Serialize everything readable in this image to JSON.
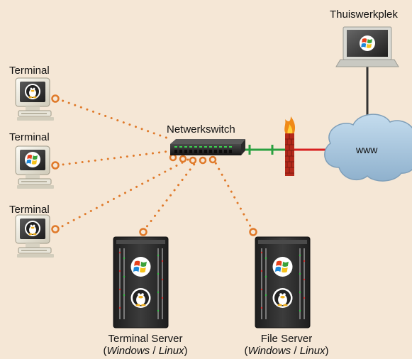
{
  "nodes": {
    "terminals": [
      {
        "label": "Terminal",
        "os_icon": "linux-penguin-icon"
      },
      {
        "label": "Terminal",
        "os_icon": "windows-logo-icon"
      },
      {
        "label": "Terminal",
        "os_icon": "linux-penguin-icon"
      }
    ],
    "switch": {
      "label": "Netwerkswitch"
    },
    "firewall": {
      "icon": "firewall-icon"
    },
    "internet": {
      "label": "www"
    },
    "remote": {
      "label": "Thuiswerkplek",
      "os_icon": "windows-logo-icon"
    },
    "servers": [
      {
        "label": "Terminal Server",
        "sub_open": "(",
        "sub_windows": "Windows",
        "sub_sep": " / ",
        "sub_linux": "Linux",
        "sub_close": ")"
      },
      {
        "label": "File Server",
        "sub_open": "(",
        "sub_windows": "Windows",
        "sub_sep": " / ",
        "sub_linux": "Linux",
        "sub_close": ")"
      }
    ]
  },
  "colors": {
    "background": "#f5e7d6",
    "lan_link": "#e07a2a",
    "secure_link": "#2aa040",
    "wan_link": "#d82020",
    "remote_link": "#333333",
    "cloud": "#a8c6de",
    "server": "#2a2a2a"
  }
}
